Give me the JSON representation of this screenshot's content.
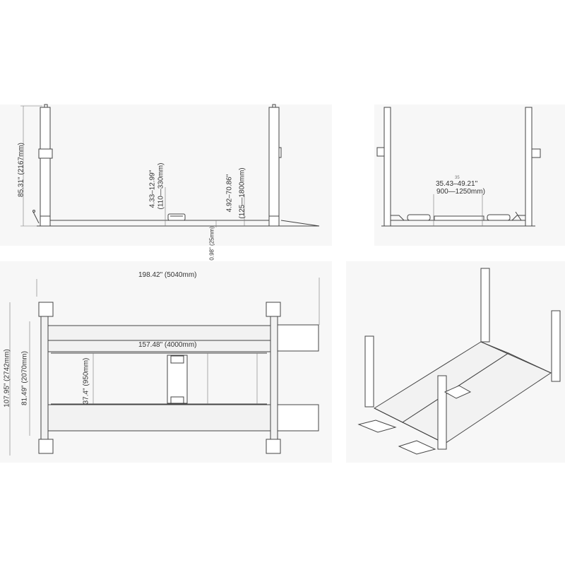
{
  "side_view": {
    "height_label": "85.31\"  (2167mm)",
    "lift_range_label_in": "4.33–12.99\"",
    "lift_range_label_mm": "(110—330mm)",
    "runway_height_label_in": "4.92–70.86\"",
    "runway_height_label_mm": "(125—1800mm)",
    "ramp_thickness_label": "0.98\"  (25mm)"
  },
  "front_view": {
    "width_label_in": "35.43–49.21\"",
    "width_label_mm": "900—1250mm)",
    "small_label": "35"
  },
  "top_view": {
    "overall_length_label": "198.42\"  (5040mm)",
    "runway_length_label": "157.48\"  (4000mm)",
    "overall_width_label": "107.95\"  (2742mm)",
    "inner_width_label": "81.49\"  (2070mm)",
    "runway_gap_label": "37.4\"  (950mm)"
  },
  "iso_view": {
    "description": "isometric-four-post-lift"
  },
  "colors": {
    "background": "#ffffff",
    "panel": "#f7f7f7",
    "line": "#444444",
    "text": "#333333"
  }
}
